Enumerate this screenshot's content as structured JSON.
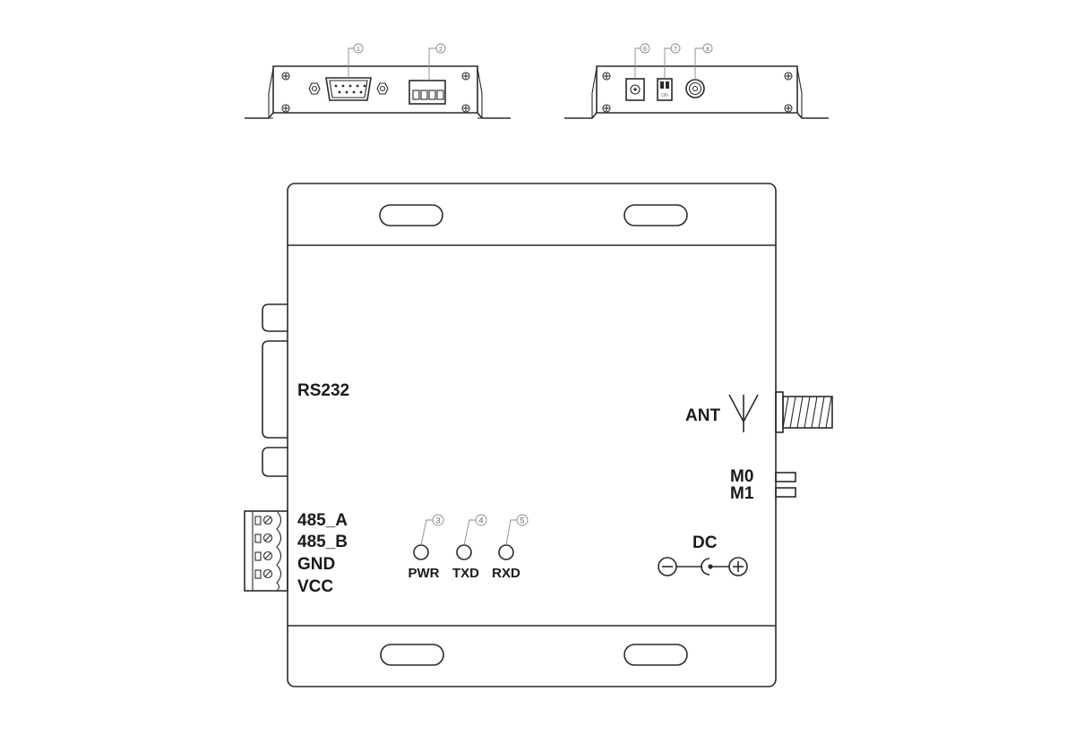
{
  "callouts": [
    "1",
    "2",
    "3",
    "4",
    "5",
    "6",
    "7",
    "8"
  ],
  "dip_switch_text": "ON",
  "labels": {
    "rs232": "RS232",
    "ant": "ANT",
    "m0": "M0",
    "m1": "M1",
    "dc": "DC",
    "terminal": [
      "485_A",
      "485_B",
      "GND",
      "VCC"
    ],
    "leds": [
      "PWR",
      "TXD",
      "RXD"
    ]
  }
}
